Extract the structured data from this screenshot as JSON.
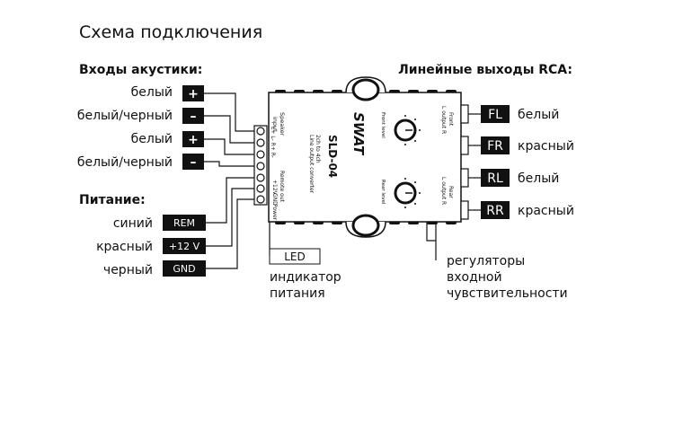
{
  "title": "Схема подключения",
  "speaker_inputs": {
    "heading": "Входы акустики:",
    "rows": [
      {
        "label": "белый",
        "sign": "+"
      },
      {
        "label": "белый/черный",
        "sign": "–"
      },
      {
        "label": "белый",
        "sign": "+"
      },
      {
        "label": "белый/черный",
        "sign": "–"
      }
    ]
  },
  "power": {
    "heading": "Питание:",
    "rows": [
      {
        "label": "синий",
        "tag": "REM"
      },
      {
        "label": "красный",
        "tag": "+12 V"
      },
      {
        "label": "черный",
        "tag": "GND"
      }
    ]
  },
  "rca_outputs": {
    "heading": "Линейные выходы RCA:",
    "rows": [
      {
        "tag": "FL",
        "label": "белый"
      },
      {
        "tag": "FR",
        "label": "красный"
      },
      {
        "tag": "RL",
        "label": "белый"
      },
      {
        "tag": "RR",
        "label": "красный"
      }
    ]
  },
  "led": {
    "tag": "LED",
    "caption_line1": "индикатор",
    "caption_line2": "питания"
  },
  "regulators": {
    "line1": "регуляторы",
    "line2": "входной",
    "line3": "чувствительности"
  },
  "device": {
    "brand": "SWAT",
    "model": "SLD-04",
    "sub1": "2ch to 4ch",
    "sub2": "Line output converter",
    "speaker_label1": "Speaker",
    "speaker_label2": "input",
    "pins": "L+  L-  R+  R-",
    "remote_label": "Remote out",
    "v12_label": "+12V",
    "gnd_label": "GND",
    "power_label": "Power",
    "front_level": "Front level",
    "rear_level": "Rear level",
    "front_output": "Front",
    "rear_output": "Rear",
    "output_lr": "L  output  R"
  },
  "colors": {
    "ink": "#111111",
    "tag_bg": "#111111",
    "tag_fg": "#ffffff"
  }
}
